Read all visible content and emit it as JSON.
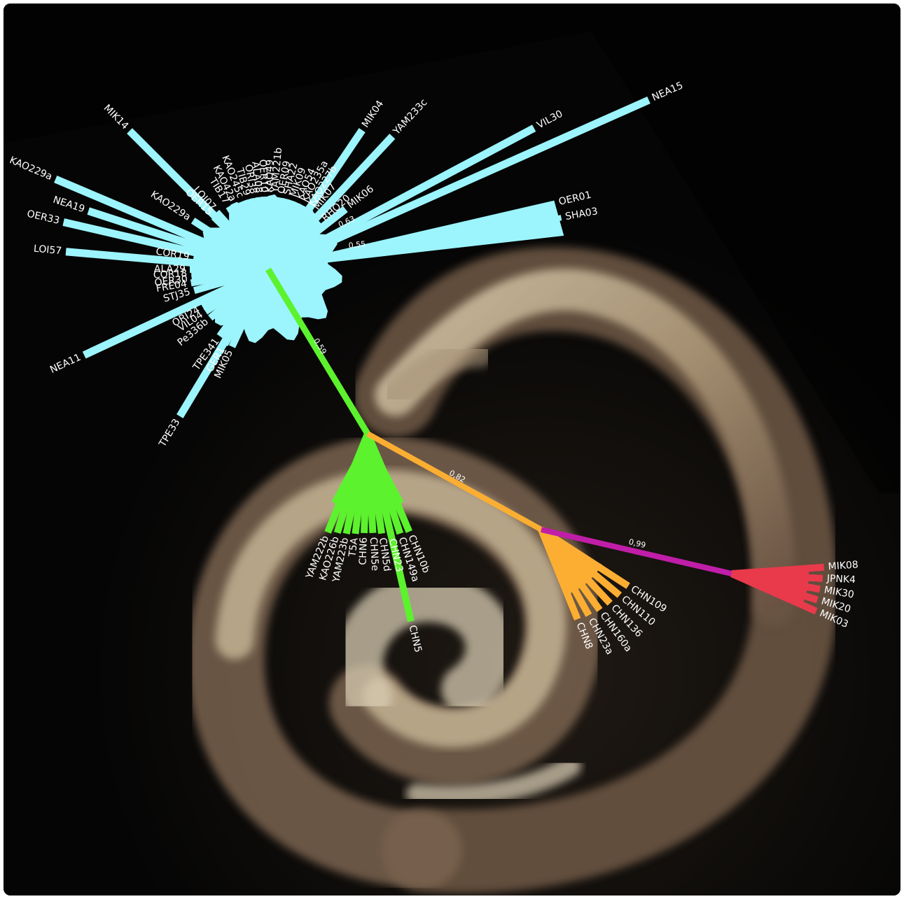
{
  "colors": {
    "blue": "#9cf4fc",
    "green": "#5cf22e",
    "orange": "#fbae32",
    "magenta": "#c01ea8",
    "red": "#e93a4c",
    "label": "#ffffff"
  },
  "supports": {
    "blue_inner": "0,63",
    "blue_outer": "0,55",
    "green_stem": "0,59",
    "orange_stem": "0,82",
    "magenta_stem": "0,99"
  },
  "taxa": {
    "blue": [
      "MIK14",
      "KAO229a",
      "NEA19",
      "OER33",
      "LOI57",
      "NEA11",
      "TPE33",
      "LOI07",
      "OER15",
      "KAO229a",
      "COR19",
      "ALA29",
      "COR18",
      "OER30",
      "FRE04",
      "STJ35",
      "ORI24",
      "VIL04",
      "Pe336b",
      "TPE341",
      "GER1",
      "MIK05",
      "TIB17",
      "KAO42a",
      "KAO245c",
      "TIB29",
      "ORI38",
      "ALA08",
      "OER10",
      "KAO49",
      "YAM221b",
      "OER09",
      "SHA22",
      "MIK09",
      "KAO54",
      "KAO235a",
      "KAO227b",
      "MIK07",
      "RHO20",
      "MIK06",
      "MIK04",
      "YAM233c",
      "VIL30",
      "NEA15",
      "OER01",
      "SHA03"
    ],
    "green": [
      "YAM222b",
      "KAO226b",
      "YAM223b",
      "T5A",
      "CHN6",
      "CHN5e",
      "CHN5d",
      "CHN23",
      "CHN149a",
      "CHN10b",
      "CHN5"
    ],
    "orange": [
      "CHN109",
      "CHN110",
      "CHN136",
      "CHN160a",
      "CHN23a",
      "CHN8"
    ],
    "red": [
      "MIK08",
      "JPNK4",
      "MIK30",
      "MIK20",
      "MIK03"
    ]
  }
}
